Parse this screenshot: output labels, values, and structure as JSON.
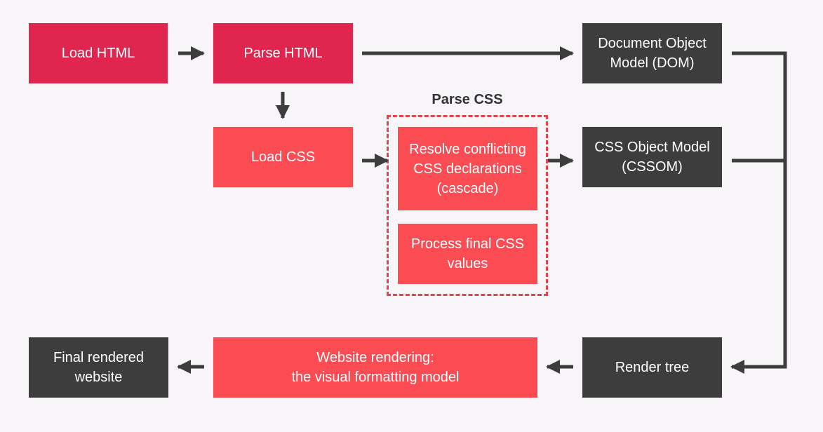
{
  "nodes": {
    "load_html": "Load HTML",
    "parse_html": "Parse HTML",
    "dom": "Document Object\nModel (DOM)",
    "load_css": "Load CSS",
    "resolve": "Resolve conflicting\nCSS declarations\n(cascade)",
    "process": "Process final CSS\nvalues",
    "cssom": "CSS Object Model\n(CSSOM)",
    "render_tree": "Render tree",
    "rendering": "Website rendering:\nthe visual formatting model",
    "final": "Final rendered\nwebsite"
  },
  "group": {
    "title": "Parse CSS"
  },
  "colors": {
    "crimson": "#e0254e",
    "red": "#fb4b53",
    "dark": "#3d3d3d",
    "arrow": "#3d3d3d",
    "dashed_border": "#e5444f",
    "background": "#f7f5f8"
  }
}
